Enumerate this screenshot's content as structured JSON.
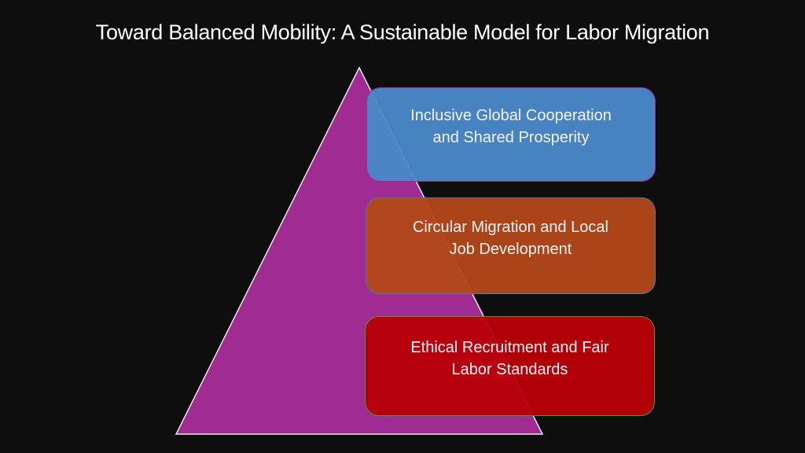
{
  "slide": {
    "title": "Toward Balanced Mobility: A Sustainable Model for Labor Migration",
    "background_color": "#0e0e0e"
  },
  "pyramid": {
    "fill_color": "#a02b93",
    "outline_color": "#e8e8e8",
    "apex": [
      457,
      86
    ],
    "base_left": [
      224,
      552
    ],
    "base_right": [
      690,
      552
    ]
  },
  "levels": [
    {
      "label": "Inclusive Global Cooperation and Shared Prosperity",
      "line1": "Inclusive Global Cooperation",
      "line2": "and Shared Prosperity",
      "fill_color": "#4a88c8",
      "border_color": "#a02b93"
    },
    {
      "label": "Circular Migration and Local Job Development",
      "line1": "Circular Migration and Local",
      "line2": "Job Development",
      "fill_color": "#b2481a",
      "border_color": "#4a7aa8"
    },
    {
      "label": "Ethical Recruitment and Fair Labor Standards",
      "line1": "Ethical Recruitment and Fair",
      "line2": "Labor Standards",
      "fill_color": "#b80008",
      "border_color": "#4e9a2e"
    }
  ]
}
